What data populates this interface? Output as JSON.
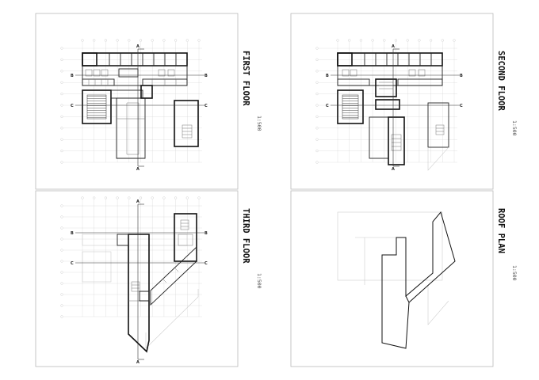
{
  "panels": [
    {
      "id": "first-floor",
      "title": "FIRST FLOOR",
      "scale": "1:500"
    },
    {
      "id": "second-floor",
      "title": "SECOND FLOOR",
      "scale": "1:500"
    },
    {
      "id": "third-floor",
      "title": "THIRD FLOOR",
      "scale": "1:500"
    },
    {
      "id": "roof-plan",
      "title": "ROOF PLAN",
      "scale": "1:500"
    }
  ],
  "section_marks": {
    "a": "A",
    "b": "B",
    "c": "C"
  },
  "colors": {
    "frame": "#b9b9b9",
    "wall": "#222222",
    "grid": "#d4d4d4",
    "ghost": "#c9c9c9"
  }
}
